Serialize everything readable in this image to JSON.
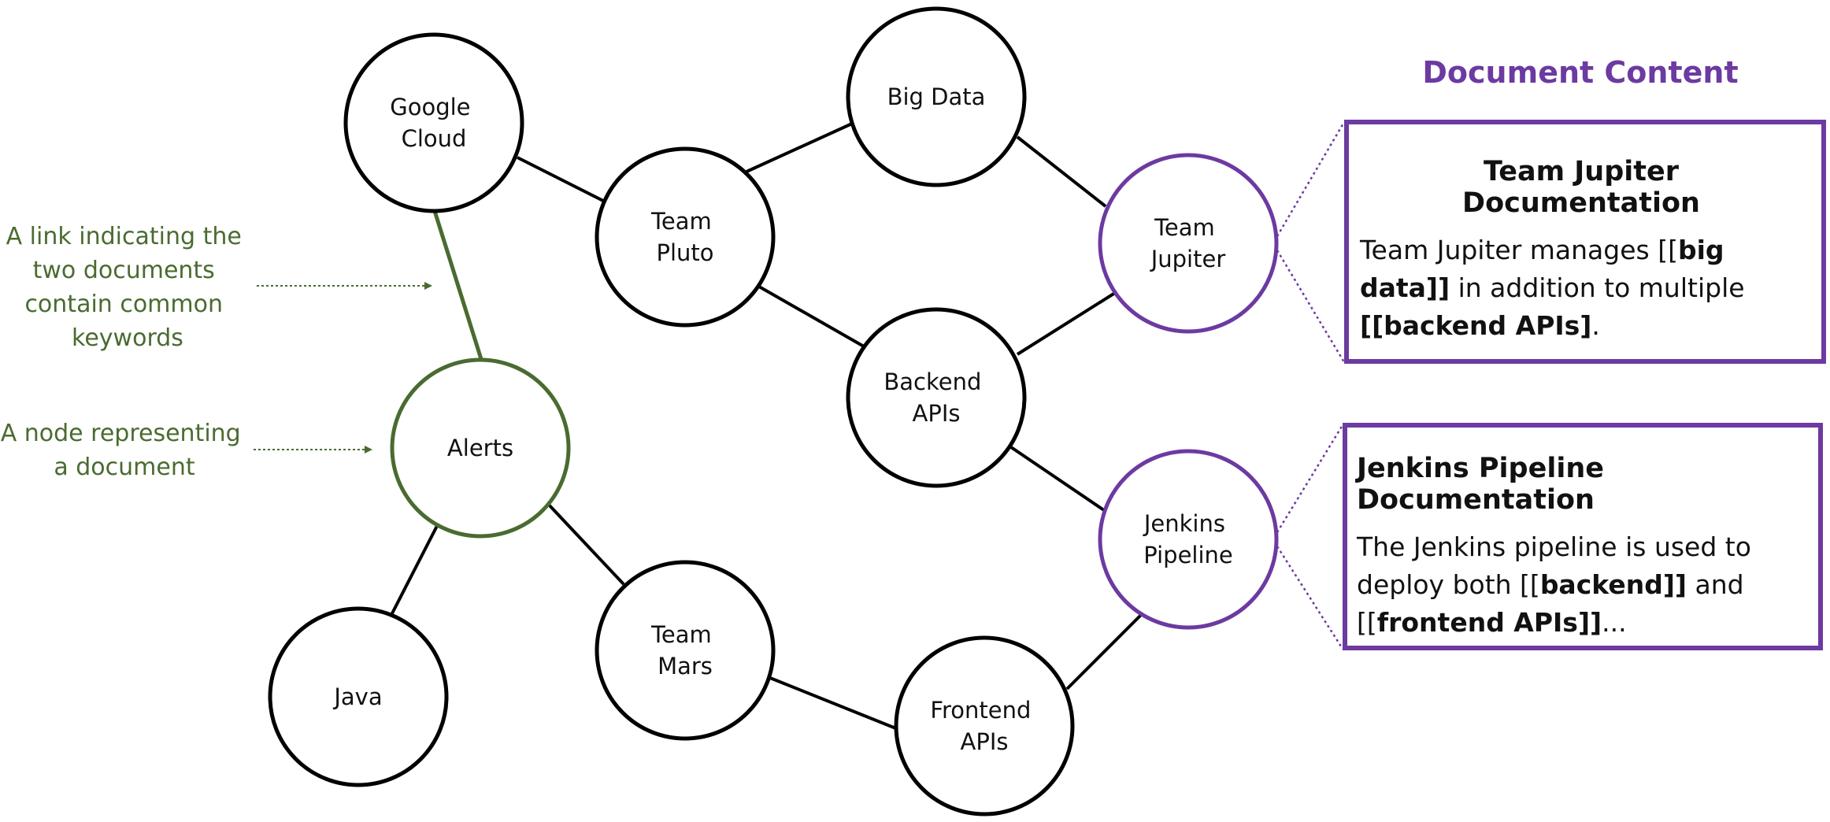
{
  "nodes": {
    "google_cloud": [
      "Google",
      "Cloud"
    ],
    "big_data": [
      "Big Data"
    ],
    "team_pluto": [
      "Team",
      "Pluto"
    ],
    "team_jupiter": [
      "Team",
      "Jupiter"
    ],
    "backend_apis": [
      "Backend",
      "APIs"
    ],
    "alerts": [
      "Alerts"
    ],
    "jenkins_pipeline": [
      "Jenkins",
      "Pipeline"
    ],
    "team_mars": [
      "Team",
      "Mars"
    ],
    "java": [
      "Java"
    ],
    "frontend_apis": [
      "Frontend",
      "APIs"
    ]
  },
  "annotations": {
    "link": [
      "A link indicating the",
      "two documents",
      "contain common",
      "keywords"
    ],
    "node": [
      "A node representing",
      "a document"
    ]
  },
  "section_title": "Document Content",
  "documents": {
    "jupiter": {
      "title": "Team Jupiter Documentation",
      "body_1": "Team Jupiter manages [[",
      "kw_1": "big data]]",
      "body_2": " in addition to multiple  ",
      "kw_2": "[[backend APIs]",
      "body_3": "."
    },
    "jenkins": {
      "title": "Jenkins Pipeline Documentation",
      "body_1": "The Jenkins pipeline is used to deploy both [[",
      "kw_1": "backend]]",
      "body_2": " and [[",
      "kw_2": "frontend APIs]]",
      "body_3": "..."
    }
  },
  "colors": {
    "node_stroke": "#000000",
    "highlight_green": "#4a6b30",
    "document_purple": "#6c3aa1"
  }
}
